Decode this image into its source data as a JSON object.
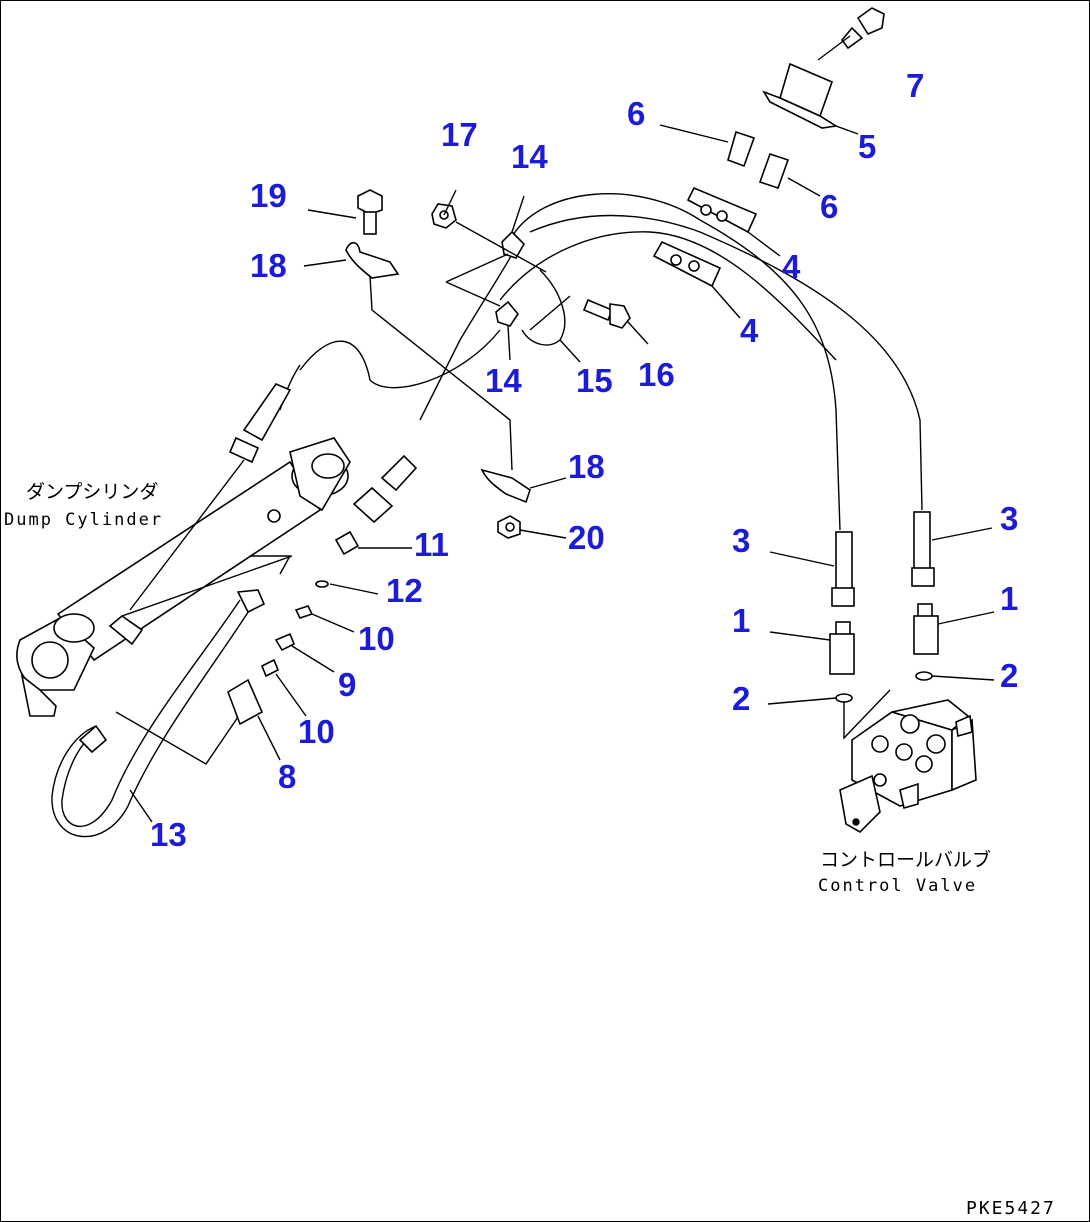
{
  "diagram": {
    "drawing_code": "PKE5427",
    "components": {
      "dump_cylinder": {
        "label_jp": "ダンプシリンダ",
        "label_en": "Dump Cylinder"
      },
      "control_valve": {
        "label_jp": "コントロールバルブ",
        "label_en": "Control Valve"
      }
    },
    "part_numbers": [
      {
        "id": "p7",
        "text": "7"
      },
      {
        "id": "p5",
        "text": "5"
      },
      {
        "id": "p6a",
        "text": "6"
      },
      {
        "id": "p6b",
        "text": "6"
      },
      {
        "id": "p4a",
        "text": "4"
      },
      {
        "id": "p4b",
        "text": "4"
      },
      {
        "id": "p17",
        "text": "17"
      },
      {
        "id": "p14a",
        "text": "14"
      },
      {
        "id": "p14b",
        "text": "14"
      },
      {
        "id": "p19",
        "text": "19"
      },
      {
        "id": "p18a",
        "text": "18"
      },
      {
        "id": "p18b",
        "text": "18"
      },
      {
        "id": "p15",
        "text": "15"
      },
      {
        "id": "p16",
        "text": "16"
      },
      {
        "id": "p11",
        "text": "11"
      },
      {
        "id": "p12",
        "text": "12"
      },
      {
        "id": "p10a",
        "text": "10"
      },
      {
        "id": "p9",
        "text": "9"
      },
      {
        "id": "p10b",
        "text": "10"
      },
      {
        "id": "p8",
        "text": "8"
      },
      {
        "id": "p13",
        "text": "13"
      },
      {
        "id": "p20",
        "text": "20"
      },
      {
        "id": "p3a",
        "text": "3"
      },
      {
        "id": "p3b",
        "text": "3"
      },
      {
        "id": "p1a",
        "text": "1"
      },
      {
        "id": "p1b",
        "text": "1"
      },
      {
        "id": "p2a",
        "text": "2"
      },
      {
        "id": "p2b",
        "text": "2"
      }
    ]
  }
}
